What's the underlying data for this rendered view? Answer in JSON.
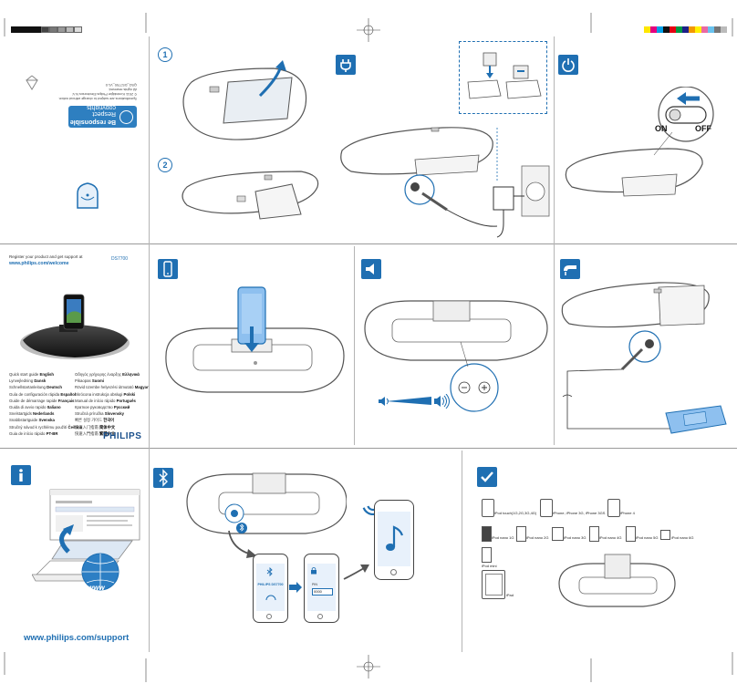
{
  "colors": {
    "brand_blue": "#1f6fb2",
    "light_blue": "#7ab3e6",
    "line_gray": "#9a9a9a"
  },
  "front": {
    "register_line1": "Register your product and get support at",
    "register_url": "www.philips.com/welcome",
    "model": "DS7700",
    "brand": "PHILIPS",
    "languages_left": [
      {
        "name": "Quick start guide",
        "lang": "English"
      },
      {
        "name": "Lynvejledning",
        "lang": "Dansk"
      },
      {
        "name": "Schnellstartanleitung",
        "lang": "Deutsch"
      },
      {
        "name": "Guía de configuración rápida",
        "lang": "Español"
      },
      {
        "name": "Guide de démarrage rapide",
        "lang": "Français"
      },
      {
        "name": "Guida di avvio rapido",
        "lang": "Italiano"
      },
      {
        "name": "Snelstartgids",
        "lang": "Nederlands"
      },
      {
        "name": "Snabbstartguide",
        "lang": "Svenska"
      },
      {
        "name": "Stručný návod k rychlému použití",
        "lang": "Čeština"
      },
      {
        "name": "Guia de início rápido",
        "lang": "PT-BR"
      }
    ],
    "languages_right": [
      {
        "name": "Οδηγός γρήγορης έναρξης",
        "lang": "Ελληνικά"
      },
      {
        "name": "Pikaopas",
        "lang": "Suomi"
      },
      {
        "name": "Rövid üzembe helyezési útmutató",
        "lang": "Magyar"
      },
      {
        "name": "Skrócona instrukcja obsługi",
        "lang": "Polski"
      },
      {
        "name": "Manual de início rápido",
        "lang": "Português"
      },
      {
        "name": "Краткое руководство",
        "lang": "Русский"
      },
      {
        "name": "Stručná príručka",
        "lang": "Slovensky"
      },
      {
        "name": "빠른 설정 가이드",
        "lang": "한국어"
      },
      {
        "name": "快速入门指南",
        "lang": "简体中文"
      },
      {
        "name": "快速入門指南",
        "lang": "繁體中文"
      }
    ]
  },
  "back": {
    "responsible_line1": "Be responsible",
    "responsible_line2": "Respect copyrights",
    "fine_print": [
      "Specifications are subject to change without notice.",
      "© 2011 Koninklijke Philips Electronics N.V.",
      "All rights reserved.",
      "QSG_DS7700_V1.0"
    ]
  },
  "steps": {
    "one": "1",
    "two": "2"
  },
  "power": {
    "on_label": "ON",
    "off_label": "OFF"
  },
  "support": {
    "url": "www.philips.com/support",
    "globe_text": "www"
  },
  "bluetooth": {
    "device_name": "PHILIPS DS7700",
    "pin_label": "PIN",
    "pin_value": "0000"
  },
  "compat": {
    "items": [
      "iPod touch(1G,2G,3G,4G)",
      "iPhone, iPhone 3G, iPhone 3GS",
      "iPhone 4",
      "iPod nano 1G",
      "iPod nano 2G",
      "iPod nano 3G",
      "iPod nano 4G",
      "iPod nano 5G",
      "iPod nano 6G",
      "iPod mini",
      "iPad"
    ]
  }
}
